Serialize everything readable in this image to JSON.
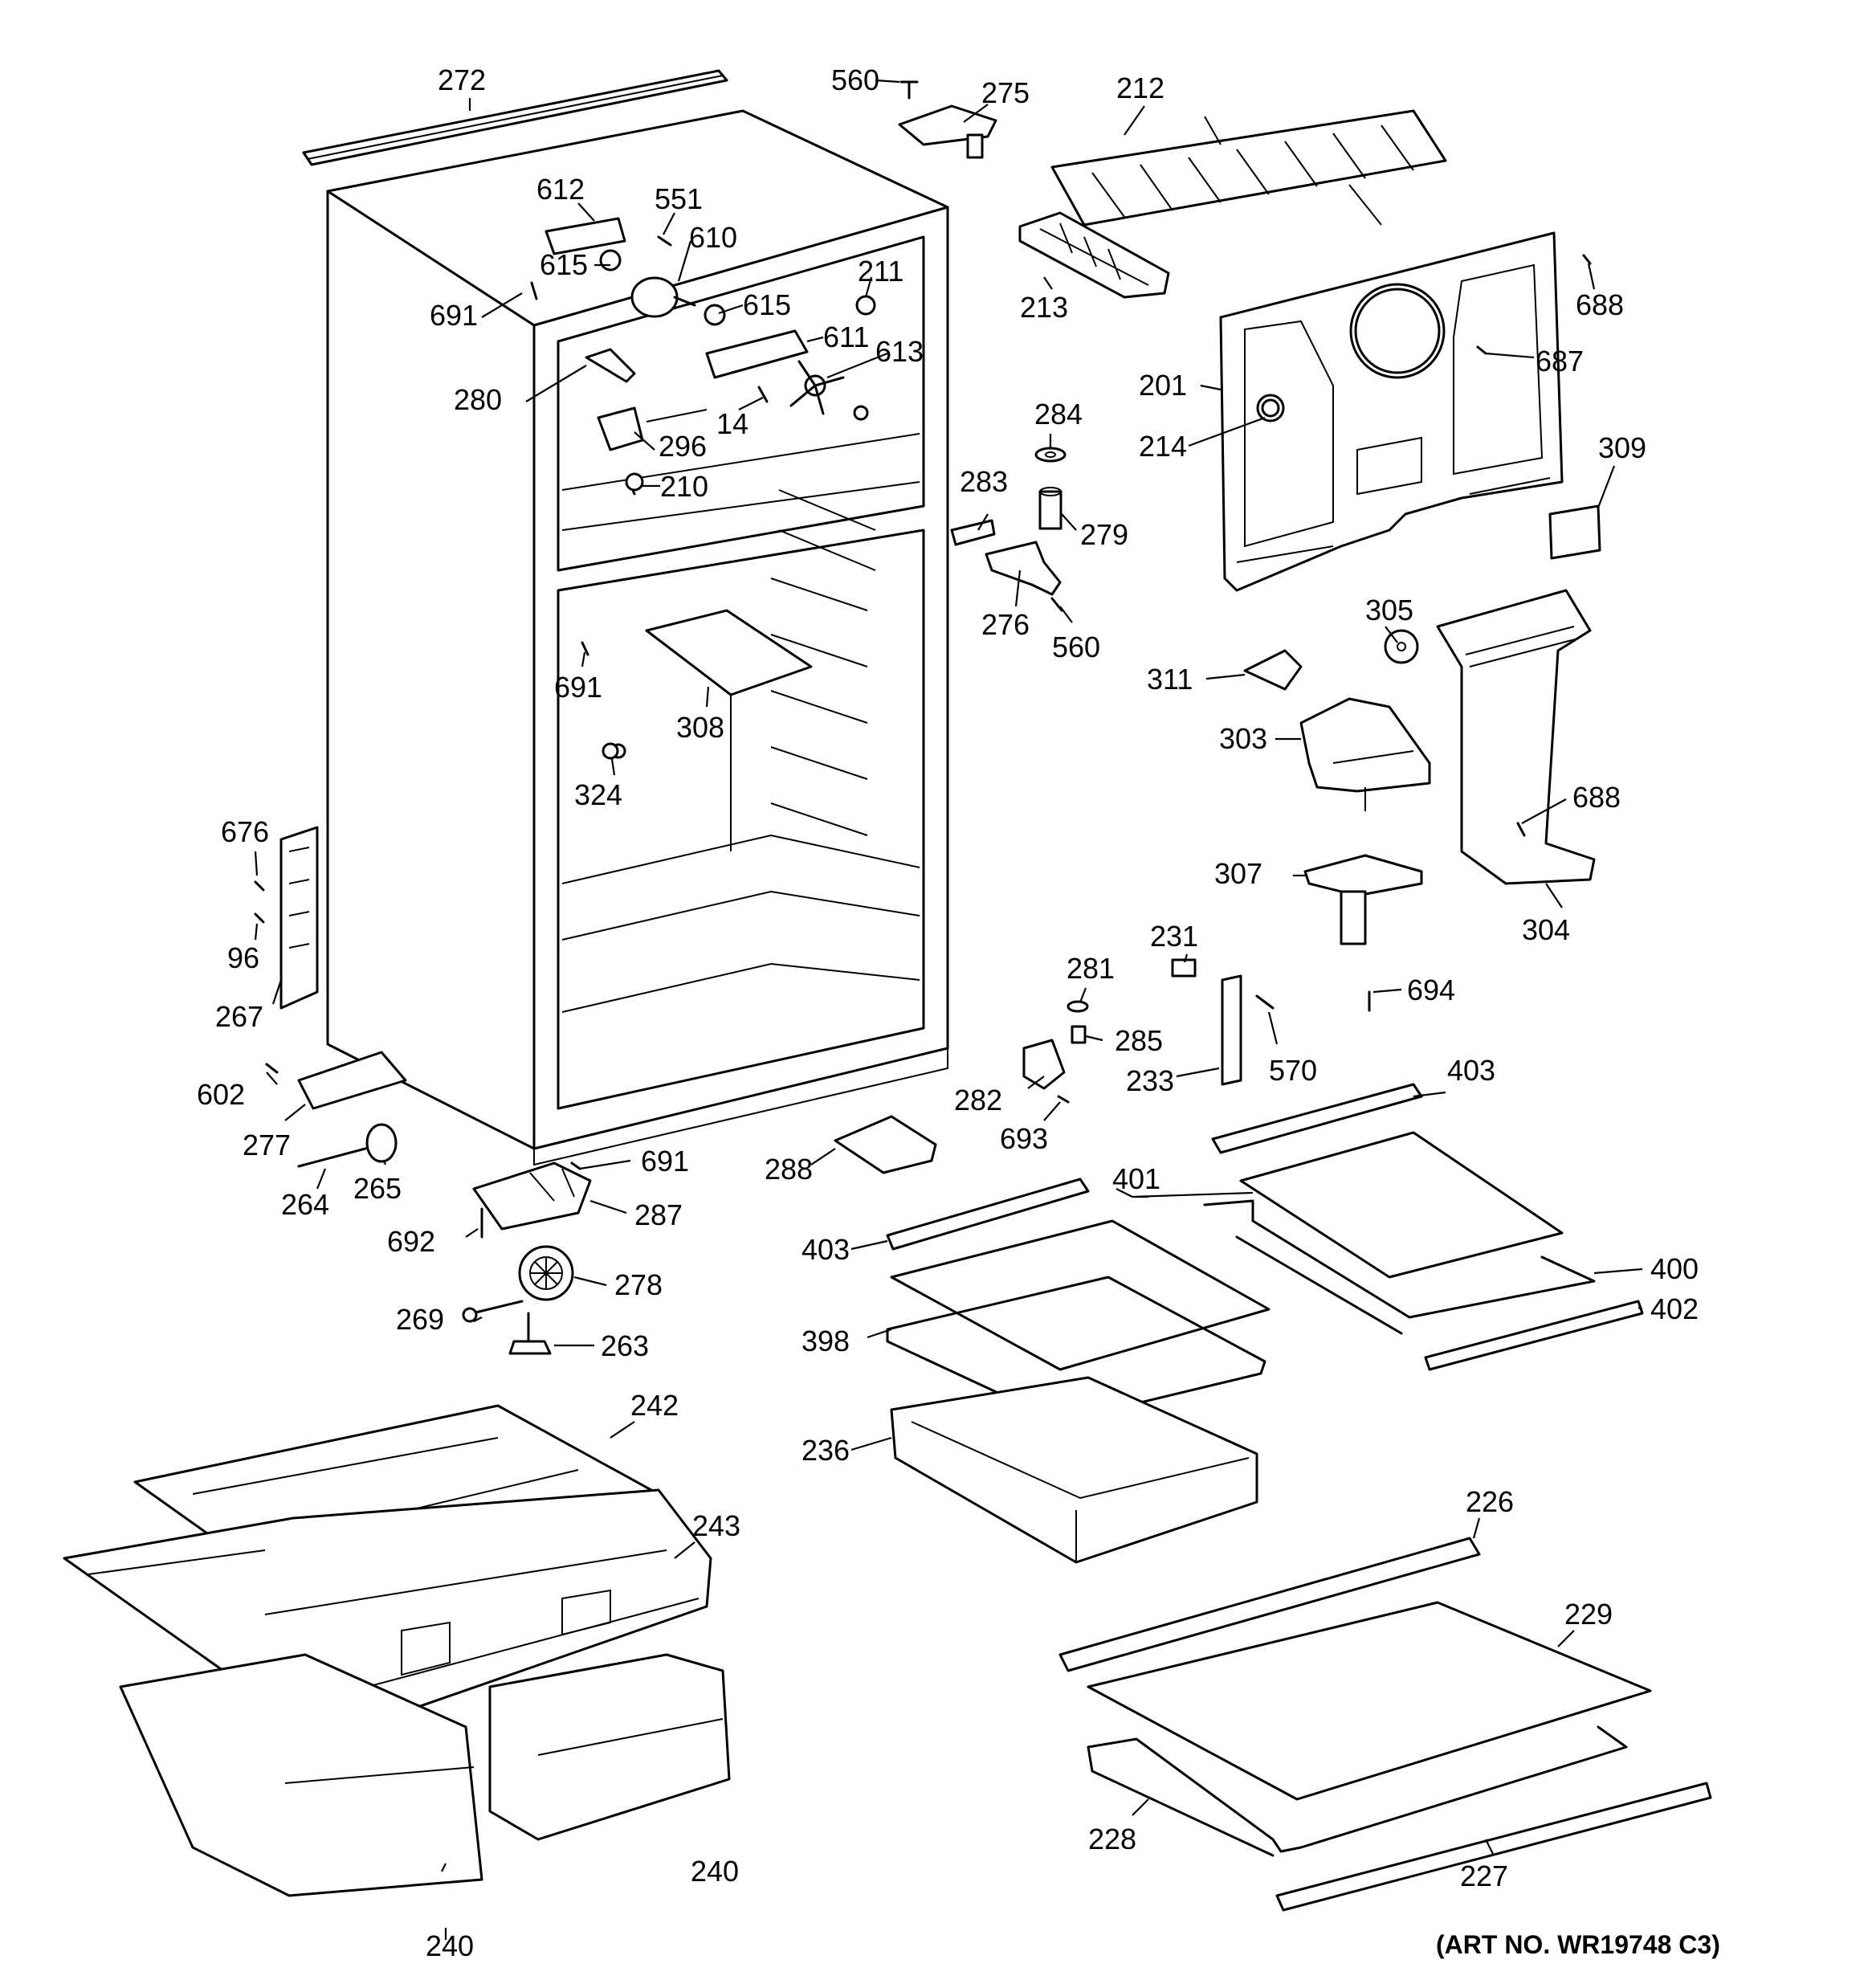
{
  "art_number": "(ART NO. WR19748 C3)",
  "callouts": {
    "c272": "272",
    "c560a": "560",
    "c275": "275",
    "c212": "212",
    "c612": "612",
    "c551": "551",
    "c610": "610",
    "c615a": "615",
    "c211": "211",
    "c691a": "691",
    "c615b": "615",
    "c611": "611",
    "c613": "613",
    "c213": "213",
    "c688a": "688",
    "c687": "687",
    "c201": "201",
    "c280": "280",
    "c14": "14",
    "c296": "296",
    "c284": "284",
    "c214": "214",
    "c309": "309",
    "c210": "210",
    "c283": "283",
    "c279": "279",
    "c276": "276",
    "c560b": "560",
    "c305": "305",
    "c311": "311",
    "c691b": "691",
    "c308": "308",
    "c303": "303",
    "c324": "324",
    "c688b": "688",
    "c676": "676",
    "c307": "307",
    "c304": "304",
    "c96": "96",
    "c231": "231",
    "c281": "281",
    "c694": "694",
    "c267": "267",
    "c285": "285",
    "c233": "233",
    "c570": "570",
    "c602": "602",
    "c282": "282",
    "c403a": "403",
    "c693": "693",
    "c277": "277",
    "c691c": "691",
    "c288": "288",
    "c401": "401",
    "c264": "264",
    "c265": "265",
    "c287": "287",
    "c692": "692",
    "c403b": "403",
    "c400": "400",
    "c278": "278",
    "c402": "402",
    "c269": "269",
    "c263": "263",
    "c398": "398",
    "c242": "242",
    "c236": "236",
    "c243": "243",
    "c226": "226",
    "c229": "229",
    "c228": "228",
    "c240a": "240",
    "c227": "227",
    "c240b": "240"
  }
}
